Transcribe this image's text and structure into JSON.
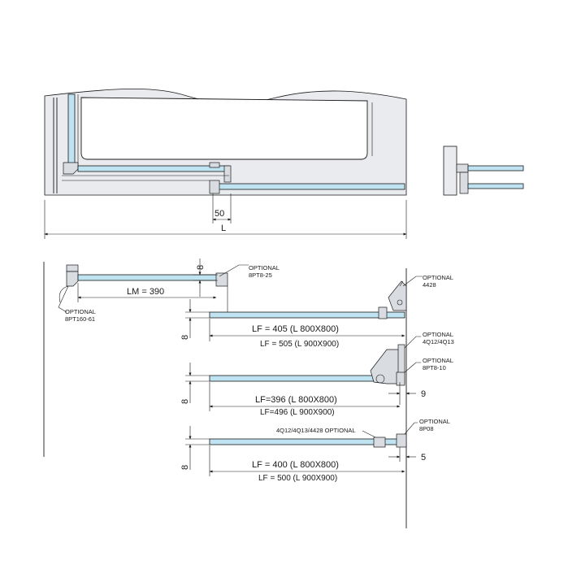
{
  "top_view": {
    "dim_overlap": "50",
    "dim_total": "L"
  },
  "panel_1": {
    "dim_lm": "LM = 390",
    "dim_height_1": "8",
    "dim_height_2": "8",
    "label_opt_top": "OPTIONAL",
    "label_part_top": "8PT8-25",
    "label_opt_left": "OPTIONAL",
    "label_part_left": "8PT160-61",
    "label_opt_right": "OPTIONAL",
    "label_part_right": "4428",
    "dim_lf_a": "LF = 405  (L 800X800)",
    "dim_lf_b": "LF = 505  (L 900X900)"
  },
  "panel_2": {
    "dim_height": "8",
    "label_opt_1": "OPTIONAL",
    "label_part_1": "4Q12/4Q13",
    "label_opt_2": "OPTIONAL",
    "label_part_2": "8PT8-10",
    "dim_side": "9",
    "dim_lf_a": "LF=396 (L 800X800)",
    "dim_lf_b": "LF=496 (L 900X900)"
  },
  "panel_3": {
    "dim_height": "8",
    "label_parts": "4Q12/4Q13/4428  OPTIONAL",
    "label_opt": "OPTIONAL",
    "label_part": "8P08",
    "dim_side": "5",
    "dim_lf_a": "LF = 400  (L 800X800)",
    "dim_lf_b": "LF = 500  (L 900X900)"
  }
}
